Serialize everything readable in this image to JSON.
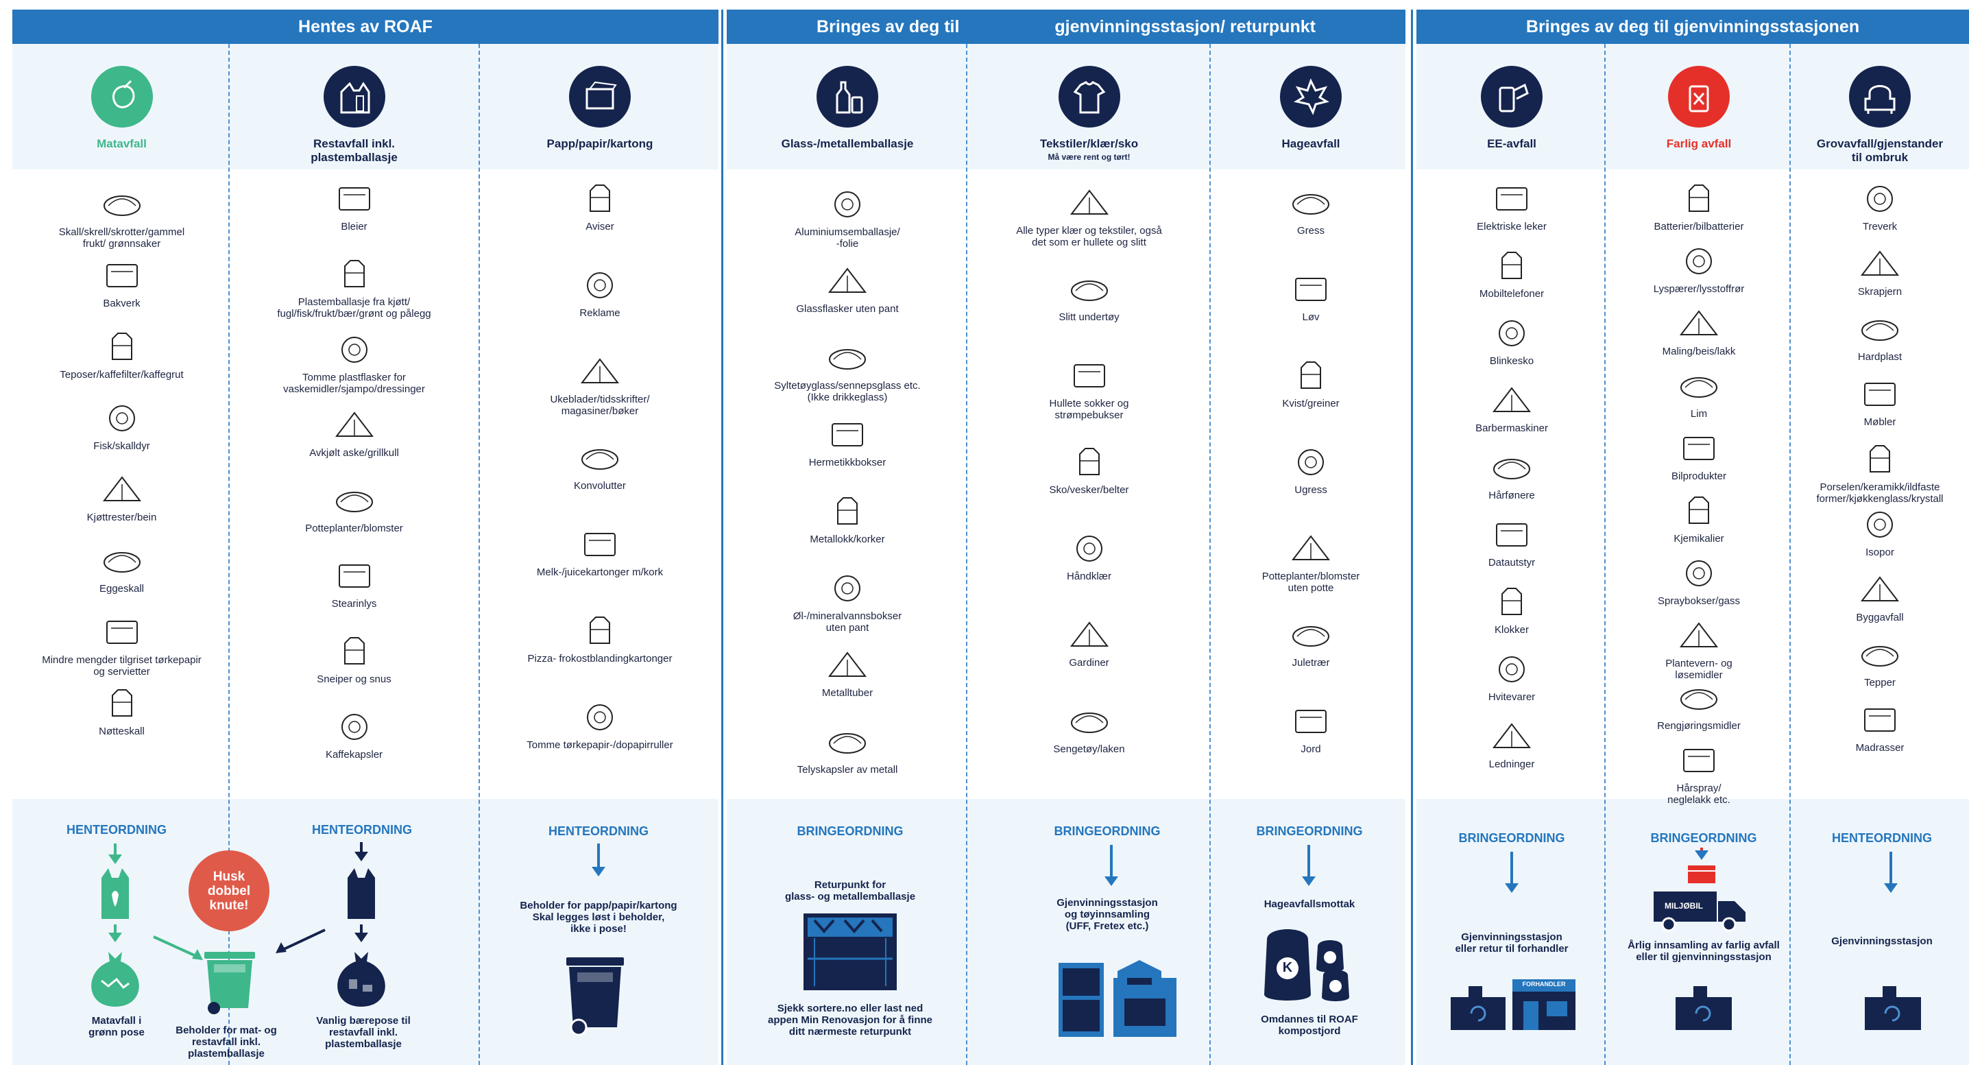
{
  "sections": [
    {
      "title": "Hentes av ROAF"
    },
    {
      "title": "Bringes av deg til                    gjenvinningsstasjon/ returpunkt"
    },
    {
      "title": "Bringes av deg til gjenvinningsstasjonen"
    }
  ],
  "categories": [
    {
      "label": "Matavfall",
      "color": "#3eb78a",
      "icon": "food-waste-icon",
      "items": [
        "Skall/skrell/skrotter/gammel\nfrukt/ grønnsaker",
        "Bakverk",
        "Teposer/kaffefilter/kaffegrut",
        "Fisk/skalldyr",
        "Kjøttrester/bein",
        "Eggeskall",
        "Mindre mengder tilgriset tørkepapir\nog servietter",
        "Nøtteskall"
      ]
    },
    {
      "label": "Restavfall inkl.\nplastemballasje",
      "color": "#15244d",
      "icon": "residual-waste-icon",
      "items": [
        "Bleier",
        "Plastemballasje fra kjøtt/\nfugl/fisk/frukt/bær/grønt og pålegg",
        "Tomme plastflasker for\nvaskemidler/sjampo/dressinger",
        "Avkjølt aske/grillkull",
        "Potteplanter/blomster",
        "Stearinlys",
        "Sneiper og snus",
        "Kaffekapsler"
      ]
    },
    {
      "label": "Papp/papir/kartong",
      "color": "#15244d",
      "icon": "paper-icon",
      "items": [
        "Aviser",
        "Reklame",
        "Ukeblader/tidsskrifter/\nmagasiner/bøker",
        "Konvolutter",
        "Melk-/juicekartonger m/kork",
        "Pizza- frokostblandingkartonger",
        "Tomme tørkepapir-/dopapirruller"
      ]
    },
    {
      "label": "Glass-/metallemballasje",
      "color": "#15244d",
      "icon": "glass-metal-icon",
      "items": [
        "Aluminiumsemballasje/\n-folie",
        "Glassflasker uten pant",
        "Syltetøyglass/sennepsglass etc.\n(Ikke drikkeglass)",
        "Hermetikkbokser",
        "Metallokk/korker",
        "Øl-/mineralvannsbokser\nuten pant",
        "Metalltuber",
        "Telyskapsler av metall"
      ]
    },
    {
      "label": "Tekstiler/klær/sko",
      "sub": "Må være rent og tørt!",
      "color": "#15244d",
      "icon": "textile-icon",
      "items": [
        "Alle typer klær og tekstiler, også\ndet som er hullete og slitt",
        "Slitt undertøy",
        "Hullete sokker og\nstrømpebukser",
        "Sko/vesker/belter",
        "Håndklær",
        "Gardiner",
        "Sengetøy/laken"
      ]
    },
    {
      "label": "Hageavfall",
      "color": "#15244d",
      "icon": "leaf-icon",
      "items": [
        "Gress",
        "Løv",
        "Kvist/greiner",
        "Ugress",
        "Potteplanter/blomster\nuten potte",
        "Juletrær",
        "Jord"
      ]
    },
    {
      "label": "EE-avfall",
      "color": "#15244d",
      "icon": "electronics-icon",
      "items": [
        "Elektriske leker",
        "Mobiltelefoner",
        "Blinkesko",
        "Barbermaskiner",
        "Hårfønere",
        "Datautstyr",
        "Klokker",
        "Hvitevarer",
        "Ledninger"
      ]
    },
    {
      "label": "Farlig avfall",
      "color": "#e5302a",
      "icon": "hazardous-icon",
      "items": [
        "Batterier/bilbatterier",
        "Lyspærer/lysstoffrør",
        "Maling/beis/lakk",
        "Lim",
        "Bilprodukter",
        "Kjemikalier",
        "Spraybokser/gass",
        "Plantevern- og\nløsemidler",
        "Rengjøringsmidler",
        "Hårspray/\nneglelakk etc."
      ]
    },
    {
      "label": "Grovavfall/gjenstander\ntil ombruk",
      "color": "#15244d",
      "icon": "armchair-icon",
      "items": [
        "Treverk",
        "Skrapjern",
        "Hardplast",
        "Møbler",
        "Porselen/keramikk/ildfaste\nformer/kjøkkenglass/krystall",
        "Isopor",
        "Byggavfall",
        "Tepper",
        "Madrasser"
      ]
    }
  ],
  "orders": {
    "food": {
      "title": "HENTEORDNING",
      "text": "Matavfall i\ngrønn pose"
    },
    "rest": {
      "title": "HENTEORDNING",
      "text": "Vanlig bærepose til\nrestavfall inkl.\nplastemballasje"
    },
    "bin": {
      "text": "Beholder for mat- og\nrestavfall inkl.\nplastemballasje"
    },
    "knot": {
      "text": "Husk\ndobbel\nknute!"
    },
    "paper": {
      "title": "HENTEORDNING",
      "text": "Beholder for papp/papir/kartong\nSkal legges løst i beholder,\nikke i pose!"
    },
    "glass": {
      "title": "BRINGEORDNING",
      "top": "Returpunkt for\nglass- og metallemballasje",
      "text": "Sjekk sortere.no eller last ned\nappen Min Renovasjon for å finne\nditt nærmeste returpunkt"
    },
    "textile": {
      "title": "BRINGEORDNING",
      "text": "Gjenvinningsstasjon\nog tøyinnsamling\n(UFF, Fretex etc.)"
    },
    "garden": {
      "title": "BRINGEORDNING",
      "text": "Hageavfallsmottak",
      "bottom": "Omdannes til ROAF\nkompostjord",
      "bag_letter": "K"
    },
    "ee": {
      "title": "BRINGEORDNING",
      "text": "Gjenvinningsstasjon\neller retur til forhandler",
      "shop": "FORHANDLER"
    },
    "haz": {
      "title": "BRINGEORDNING",
      "text": "Årlig innsamling av farlig avfall\neller til gjenvinningsstasjon",
      "truck": "MILJØBIL"
    },
    "bulk": {
      "title": "HENTEORDNING",
      "text": "Gjenvinningsstasjon"
    }
  }
}
